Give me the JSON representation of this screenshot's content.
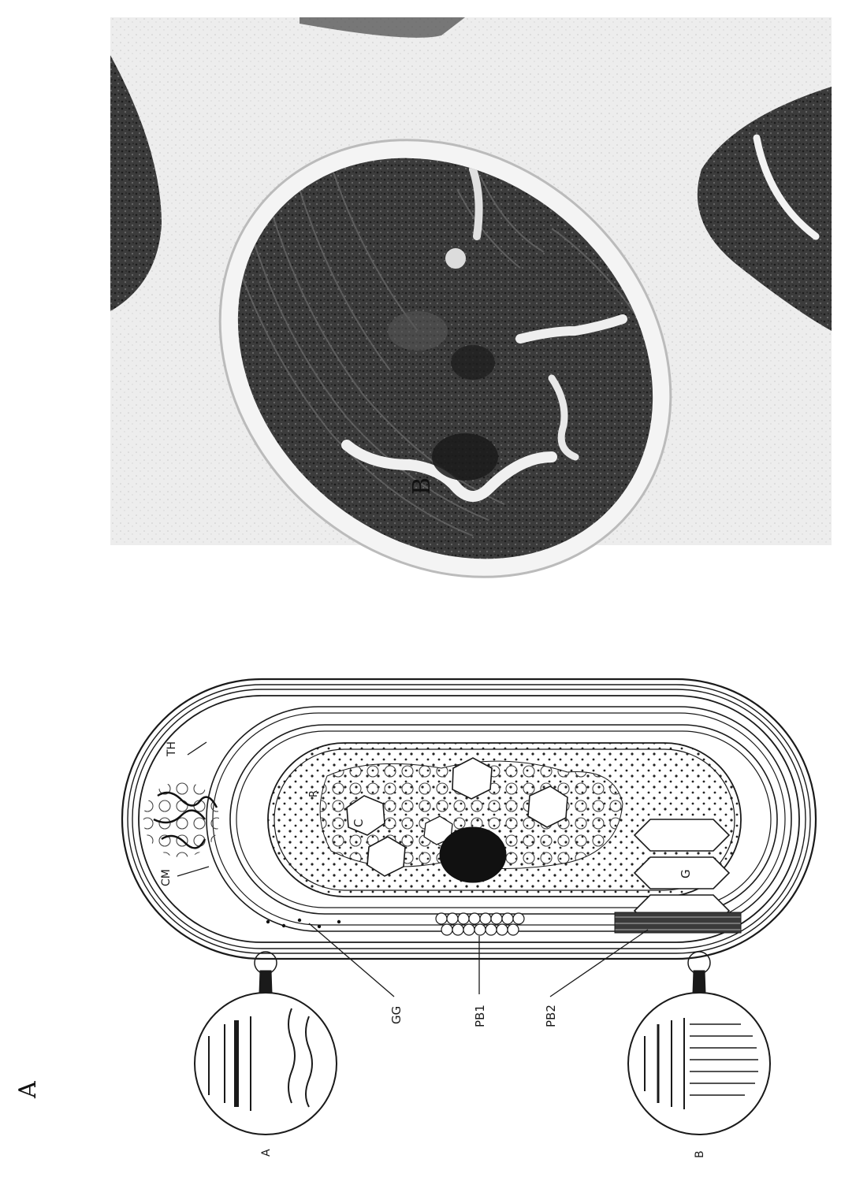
{
  "figure": {
    "panel_labels": {
      "a": "A",
      "b": "B"
    },
    "diagram_labels": {
      "th": "TH",
      "cm": "CM",
      "c": "C",
      "r": "R",
      "g": "G",
      "gg": "GG",
      "pb1": "PB1",
      "pb2": "PB2",
      "inset_a": "A",
      "inset_b": "B"
    }
  },
  "colors": {
    "ink": "#1a1a1a",
    "micrograph_dark": "#2e2e2e",
    "micrograph_mid": "#7a7a7a",
    "background": "#ffffff"
  }
}
